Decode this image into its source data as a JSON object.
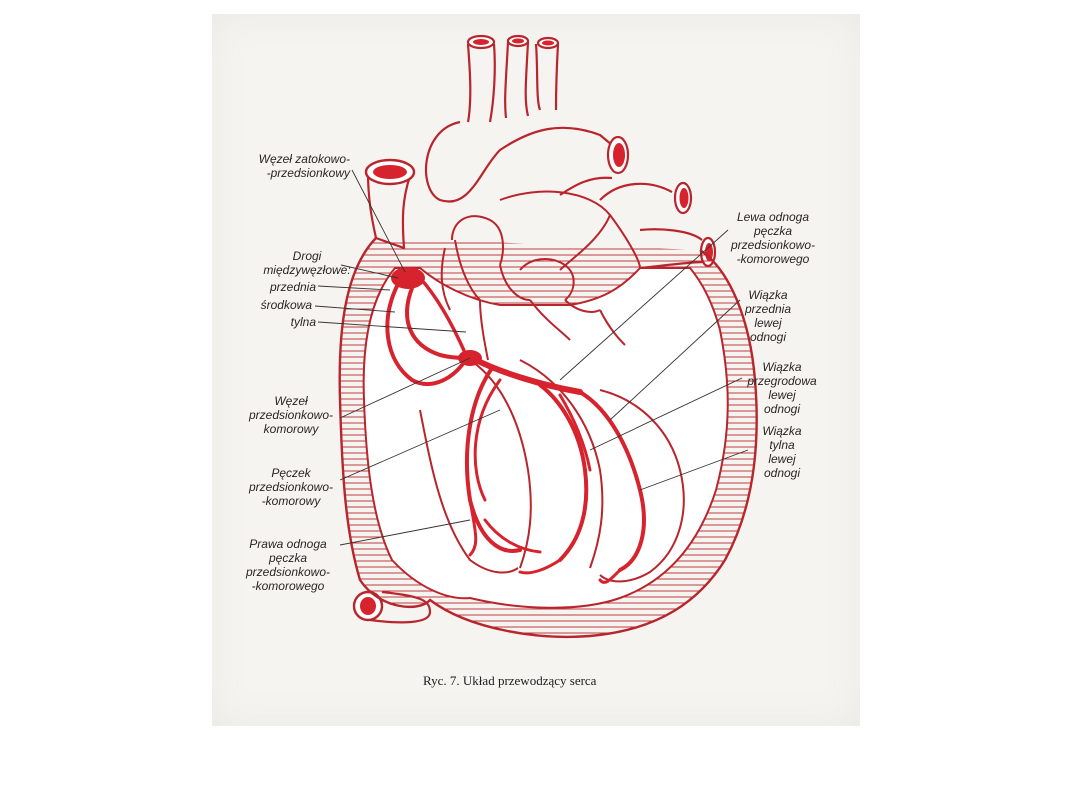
{
  "labels": {
    "sa_node": [
      "Węzeł zatokowo-",
      "-przedsionkowy"
    ],
    "internodal": [
      "Drogi",
      "międzywęzłowe:"
    ],
    "anterior": "przednia",
    "middle": "środkowa",
    "posterior": "tylna",
    "av_node": [
      "Węzeł",
      "przedsionkowo-",
      "komorowy"
    ],
    "his_bundle": [
      "Pęczek",
      "przedsionkowo-",
      "-komorowy"
    ],
    "right_branch": [
      "Prawa odnoga",
      "pęczka",
      "przedsionkowo-",
      "-komorowego"
    ],
    "left_branch": [
      "Lewa odnoga",
      "pęczka",
      "przedsionkowo-",
      "-komorowego"
    ],
    "ant_fascicle": [
      "Wiązka",
      "przednia",
      "lewej",
      "odnogi"
    ],
    "septal_fascicle": [
      "Wiązka",
      "przegrodowa",
      "lewej",
      "odnogi"
    ],
    "post_fascicle": [
      "Wiązka",
      "tylna",
      "lewej",
      "odnogi"
    ]
  },
  "caption": "Ryc. 7. Układ przewodzący serca",
  "colors": {
    "conduction": "#d7232d",
    "outline": "#b8252c",
    "label": "#2a2524"
  }
}
